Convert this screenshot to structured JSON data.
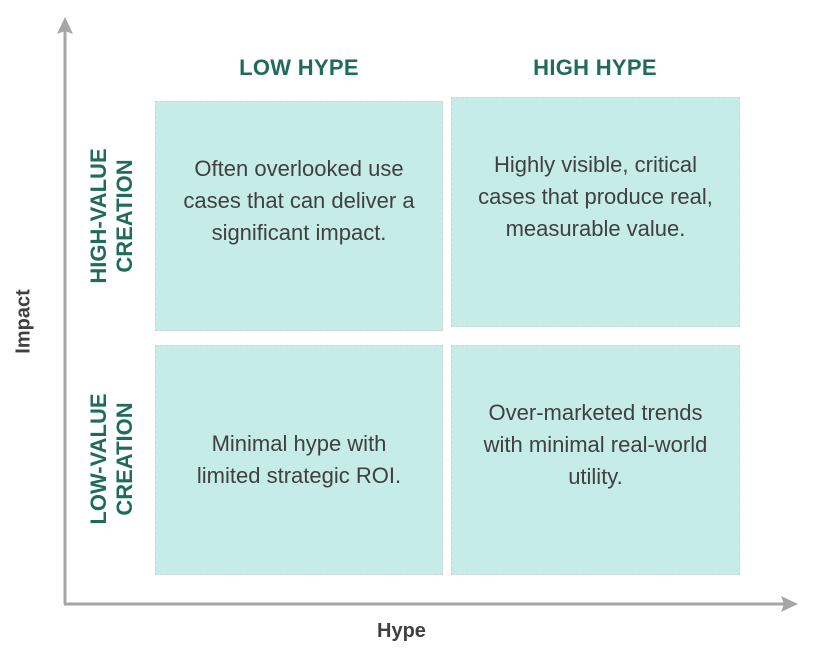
{
  "axes": {
    "x_label": "Hype",
    "y_label": "Impact",
    "axis_color": "#a6a6a6"
  },
  "columns": [
    {
      "label": "LOW HYPE"
    },
    {
      "label": "HIGH HYPE"
    }
  ],
  "rows": [
    {
      "line1": "HIGH-VALUE",
      "line2": "CREATION"
    },
    {
      "line1": "LOW-VALUE",
      "line2": "CREATION"
    }
  ],
  "quadrants": {
    "high_value_low_hype": "Often overlooked use cases that can deliver a significant impact.",
    "high_value_high_hype": "Highly visible, critical cases that produce real, measurable value.",
    "low_value_low_hype": "Minimal hype with limited strategic ROI.",
    "low_value_high_hype": "Over-marketed trends with minimal real-world utility."
  },
  "colors": {
    "heading": "#1f6b5c",
    "quadrant_fill": "#c6ece7",
    "body_text": "#404040"
  }
}
